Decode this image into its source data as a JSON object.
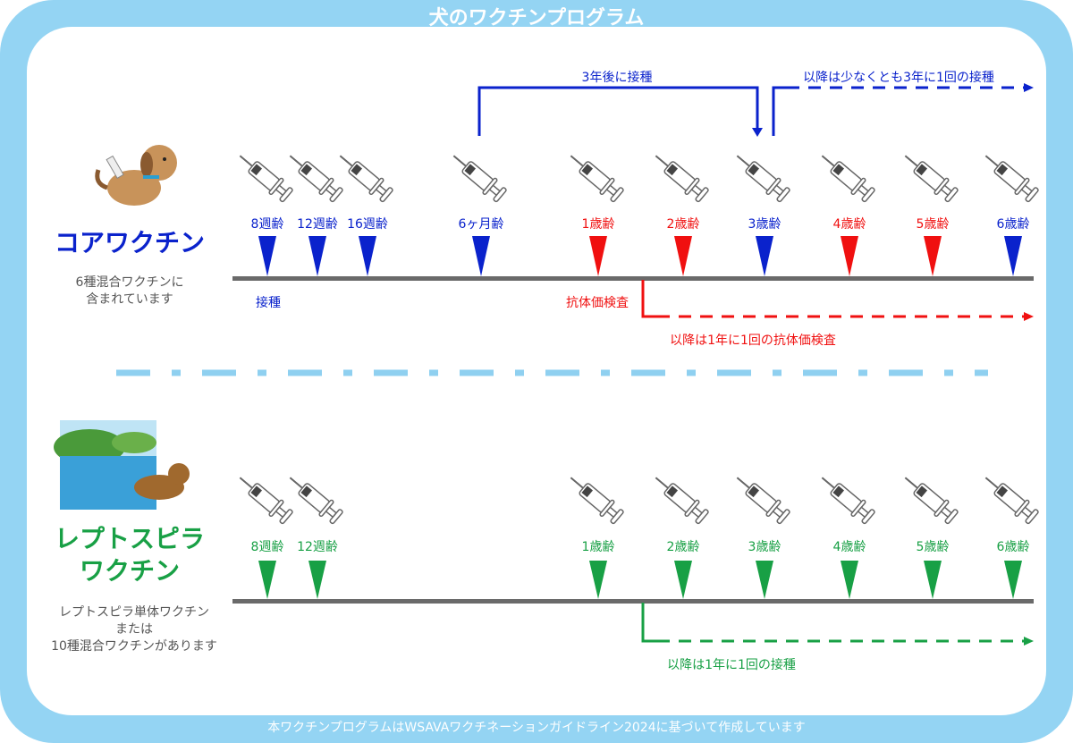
{
  "title": "犬のワクチンプログラム",
  "footer": "本ワクチンプログラムはWSAVAワクチネーションガイドライン2024に基づいて作成しています",
  "colors": {
    "frame": "#94d4f3",
    "core": "#0a22cc",
    "titer": "#f01010",
    "lepto": "#18a045",
    "timeline": "#6a6a6a"
  },
  "core": {
    "heading": "コアワクチン",
    "desc": [
      "6種混合ワクチンに",
      "含まれています"
    ],
    "vaccinate_label": "接種",
    "titer_label": "抗体価検査",
    "bracket_label": "3年後に接種",
    "after_label": "以降は少なくとも3年に1回の接種",
    "titer_after_label": "以降は1年に1回の抗体価検査",
    "points": [
      {
        "label": "8週齢",
        "type": "vaccine"
      },
      {
        "label": "12週齢",
        "type": "vaccine"
      },
      {
        "label": "16週齢",
        "type": "vaccine"
      },
      {
        "label": "6ヶ月齢",
        "type": "vaccine"
      },
      {
        "label": "1歳齢",
        "type": "titer"
      },
      {
        "label": "2歳齢",
        "type": "titer"
      },
      {
        "label": "3歳齢",
        "type": "vaccine"
      },
      {
        "label": "4歳齢",
        "type": "titer"
      },
      {
        "label": "5歳齢",
        "type": "titer"
      },
      {
        "label": "6歳齢",
        "type": "vaccine"
      }
    ]
  },
  "lepto": {
    "heading": [
      "レプトスピラ",
      "ワクチン"
    ],
    "desc": [
      "レプトスピラ単体ワクチン",
      "または",
      "10種混合ワクチンがあります"
    ],
    "after_label": "以降は1年に1回の接種",
    "points": [
      {
        "label": "8週齢",
        "type": "vaccine"
      },
      {
        "label": "12週齢",
        "type": "vaccine"
      },
      {
        "label": "1歳齢",
        "type": "vaccine"
      },
      {
        "label": "2歳齢",
        "type": "vaccine"
      },
      {
        "label": "3歳齢",
        "type": "vaccine"
      },
      {
        "label": "4歳齢",
        "type": "vaccine"
      },
      {
        "label": "5歳齢",
        "type": "vaccine"
      },
      {
        "label": "6歳齢",
        "type": "vaccine"
      }
    ]
  }
}
